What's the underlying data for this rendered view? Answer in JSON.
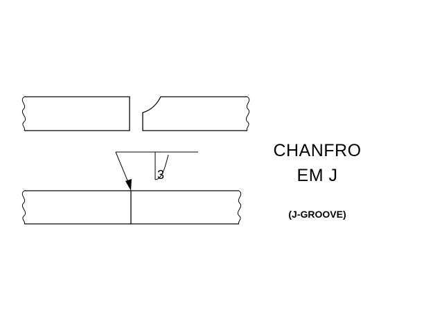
{
  "diagram": {
    "title_line1": "CHANFRO",
    "title_line2": "EM J",
    "subtitle": "(J-GROOVE)",
    "weld_symbol": {
      "size_label": "3",
      "joint_type": "J-groove"
    },
    "colors": {
      "ink": "#000000",
      "background": "#ffffff"
    }
  }
}
